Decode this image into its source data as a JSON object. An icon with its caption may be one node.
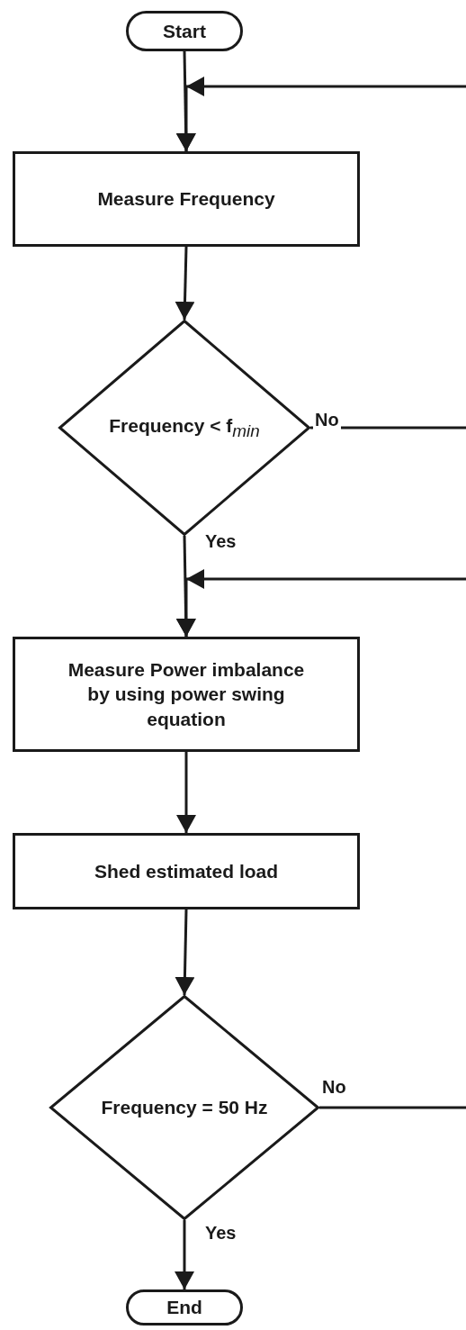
{
  "diagram": {
    "nodes": [
      {
        "text": [
          "Start"
        ]
      },
      {
        "text": [
          "Measure Frequency"
        ]
      },
      {
        "text": [
          "Frequency < f$_{min}$"
        ]
      },
      {
        "text": [
          "Measure Power imbalance by using power swing equation"
        ]
      },
      {
        "text": [
          "Shed estimated load"
        ]
      },
      {
        "text": [
          "Frequency = 50 Hz"
        ]
      },
      {
        "text": [
          "End"
        ]
      }
    ],
    "edges": [
      {
        "from": 0,
        "to": 1,
        "arrow": "to"
      },
      {
        "from": null,
        "to": 1,
        "arrow": "to"
      },
      {
        "from": 1,
        "to": 2,
        "arrow": "to"
      },
      {
        "from": 2,
        "to": null,
        "arrow": "none",
        "label": "No"
      },
      {
        "from": 2,
        "to": 3,
        "arrow": "to",
        "label": "Yes"
      },
      {
        "from": null,
        "to": 3,
        "arrow": "to"
      },
      {
        "from": 3,
        "to": 4,
        "arrow": "to"
      },
      {
        "from": 4,
        "to": 5,
        "arrow": "to"
      },
      {
        "from": 5,
        "to": null,
        "arrow": "none",
        "label": "No"
      },
      {
        "from": 5,
        "to": 6,
        "arrow": "to",
        "label": "Yes"
      }
    ]
  }
}
